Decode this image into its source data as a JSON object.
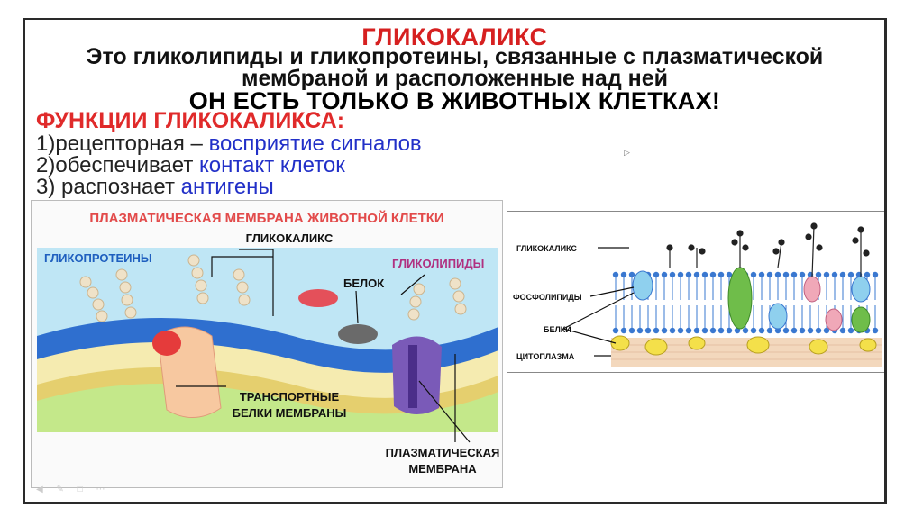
{
  "slide": {
    "title": "ГЛИКОКАЛИКС",
    "definition_line1": "Это гликолипиды и гликопротеины, связанные с плазматической",
    "definition_line2": "мембраной и расположенные над  ней",
    "only_animals": "ОН ЕСТЬ ТОЛЬКО  В ЖИВОТНЫХ КЛЕТКАХ!",
    "functions_heading": "ФУНКЦИИ ГЛИКОКАЛИКСА:",
    "functions": [
      {
        "num": "1)",
        "text": "рецепторная – ",
        "highlight": "восприятие сигналов"
      },
      {
        "num": "2)",
        "text": "обеспечивает ",
        "highlight": "контакт клеток"
      },
      {
        "num": "3)",
        "text": " распознает ",
        "highlight": "антигены"
      }
    ]
  },
  "figure_left": {
    "title": "ПЛАЗМАТИЧЕСКАЯ МЕМБРАНА ЖИВОТНОЙ КЛЕТКИ",
    "labels": {
      "glycocalyx": "ГЛИКОКАЛИКС",
      "glycoproteins": "ГЛИКОПРОТЕИНЫ",
      "glycolipids": "ГЛИКОЛИПИДЫ",
      "protein": "БЕЛОК",
      "transport_1": "ТРАНСПОРТНЫЕ",
      "transport_2": "БЕЛКИ МЕМБРАНЫ",
      "membrane_1": "ПЛАЗМАТИЧЕСКАЯ",
      "membrane_2": "МЕМБРАНА"
    }
  },
  "figure_right": {
    "labels": {
      "glycocalyx": "ГЛИКОКАЛИКС",
      "phospholipids": "ФОСФОЛИПИДЫ",
      "proteins": "БЕЛКИ",
      "cytoplasm": "ЦИТОПЛАЗМА"
    }
  },
  "colors": {
    "title_red": "#d62020",
    "highlight_blue": "#2230c8",
    "membrane_blue": "#2f6fcf",
    "lipid_yellow": "#f3e7a0",
    "cytoplasm_green": "#b8e07a"
  }
}
